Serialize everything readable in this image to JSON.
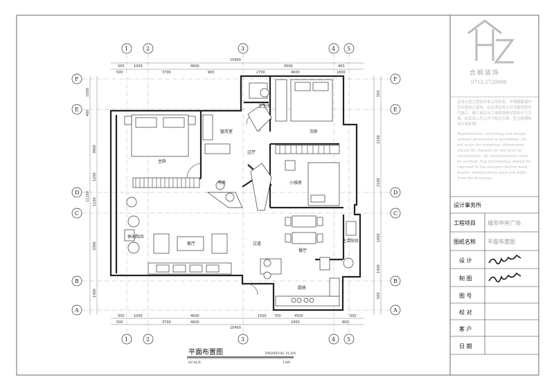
{
  "logo": {
    "company": "合枫装饰",
    "phone": "0712-2720988"
  },
  "notes": {
    "cn": "此设计图之版权归本公司所有，不得翻版或作任何用途之使用，且必须经本公司书面同意方可施工。施工前应与工地现场核对实际尺寸为准，如有出入应以尺寸标注为准，应立即通知设计师处理。",
    "en": "Reproduction, reforming and design without permission is prohibited. Do not scale the drawings; dimensions should be checked on site prior to construction. All measurements must be verified. Any discrepancy should be reported to the designer before work begins; modifications must not differ from the drawings."
  },
  "titleblock": {
    "rows": [
      {
        "label": "设计事务所",
        "value": ""
      },
      {
        "label": "工程项目",
        "value": "城市中央广场"
      },
      {
        "label": "图纸名称",
        "value": "平面布置图"
      },
      {
        "label": "设    计",
        "value": ""
      },
      {
        "label": "制    图",
        "value": ""
      },
      {
        "label": "图    号",
        "value": ""
      },
      {
        "label": "校    对",
        "value": ""
      },
      {
        "label": "客    户",
        "value": ""
      },
      {
        "label": "日    期",
        "value": ""
      }
    ]
  },
  "drawing": {
    "title_cn": "平面布置图",
    "title_en": "PRIMEVAL PLAN",
    "scale_label": "SCALE:",
    "scale_value": "1/80"
  },
  "axes": {
    "columns": [
      "1",
      "2",
      "3",
      "4",
      "5"
    ],
    "rows": [
      "F",
      "E",
      "D",
      "C",
      "B",
      "A"
    ]
  },
  "dims": {
    "top_total": "10400",
    "top_row1": [
      "500",
      "1000",
      "4600",
      "4500",
      "400"
    ],
    "top_row2": [
      "500",
      "3700",
      "900",
      "2700",
      "4600",
      "1800"
    ],
    "bottom_total": "10400",
    "bottom_row1": [
      "500",
      "1000",
      "4600",
      "1500",
      "700",
      "4500",
      "500"
    ],
    "bottom_row2": [
      "500",
      "3700",
      "4600",
      "2400",
      "800"
    ],
    "left": [
      "1500",
      "400",
      "3900",
      "1200",
      "1100",
      "3300",
      "1400"
    ],
    "left_total": "11100",
    "right": [
      "550",
      "2100",
      "2100",
      "1650",
      "1400",
      "500"
    ]
  },
  "rooms": {
    "bathroom": "卫生间",
    "bedroom2": "次卧",
    "washroom": "盥洗室",
    "master": "主卧",
    "hall": "过厅",
    "study": "书房",
    "kids": "小孩房",
    "balcony": "休闲阳台",
    "living": "客厅",
    "corridor": "过道",
    "dining": "餐厅",
    "kitchen": "厨房",
    "service": "生活阳台"
  }
}
